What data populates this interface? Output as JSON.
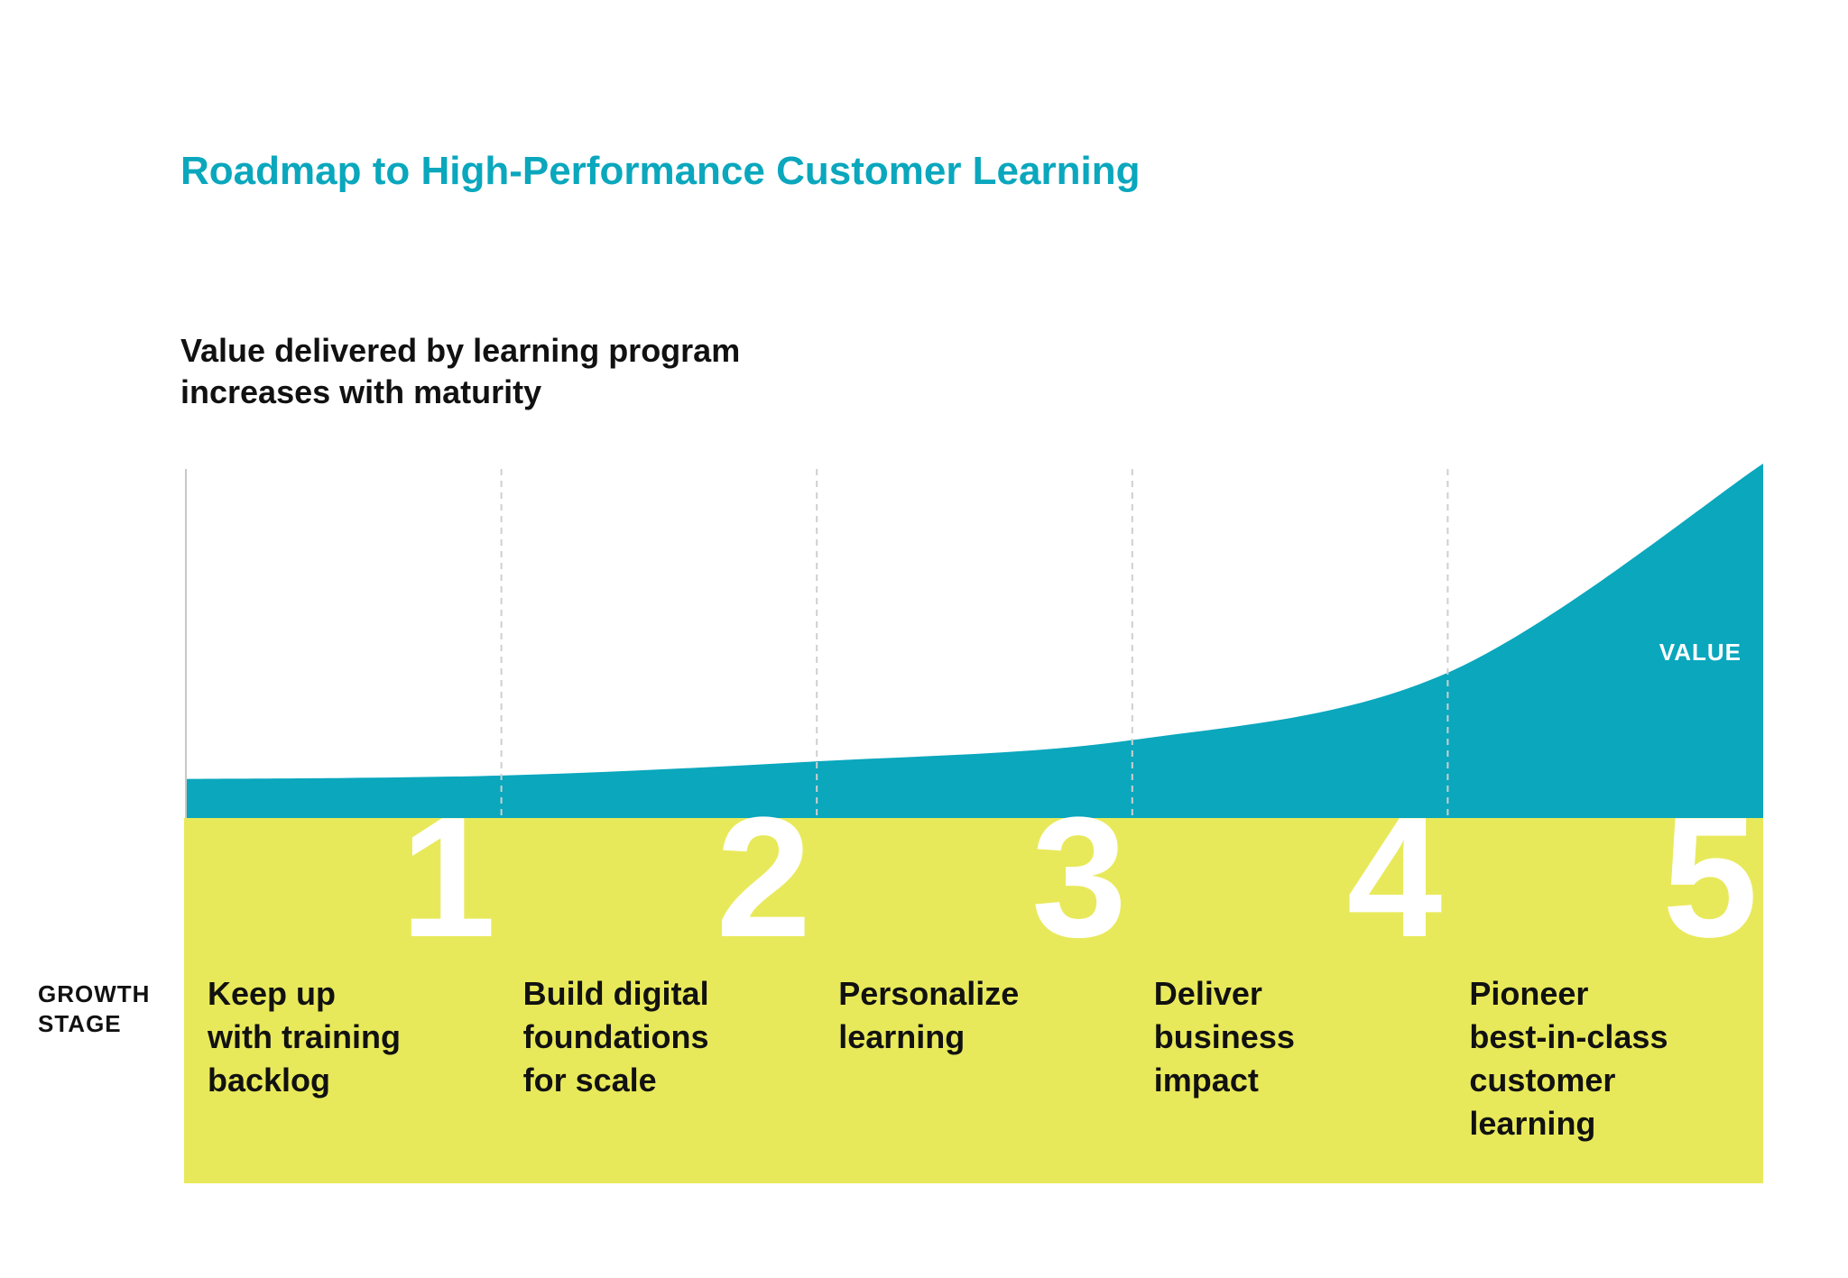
{
  "title": "Roadmap to High-Performance Customer Learning",
  "subtitle_lines": [
    "Value delivered by learning program",
    "increases with maturity"
  ],
  "value_label": "VALUE",
  "growth_stage_lines": [
    "GROWTH",
    "STAGE"
  ],
  "colors": {
    "accent": "#0aa7bd",
    "stage_band": "#e8e95a",
    "text": "#111111",
    "divider": "#c8c8c8"
  },
  "stages": [
    {
      "number": "1",
      "lines": [
        "Keep up",
        "with training",
        "backlog"
      ]
    },
    {
      "number": "2",
      "lines": [
        "Build digital",
        "foundations",
        "for scale"
      ]
    },
    {
      "number": "3",
      "lines": [
        "Personalize",
        "learning"
      ]
    },
    {
      "number": "4",
      "lines": [
        "Deliver",
        "business",
        "impact"
      ]
    },
    {
      "number": "5",
      "lines": [
        "Pioneer",
        "best-in-class",
        "customer",
        "learning"
      ]
    }
  ],
  "value_curve": {
    "stage_start_values": [
      0.11,
      0.12,
      0.16,
      0.22,
      0.41
    ],
    "end_value": 1.0
  }
}
